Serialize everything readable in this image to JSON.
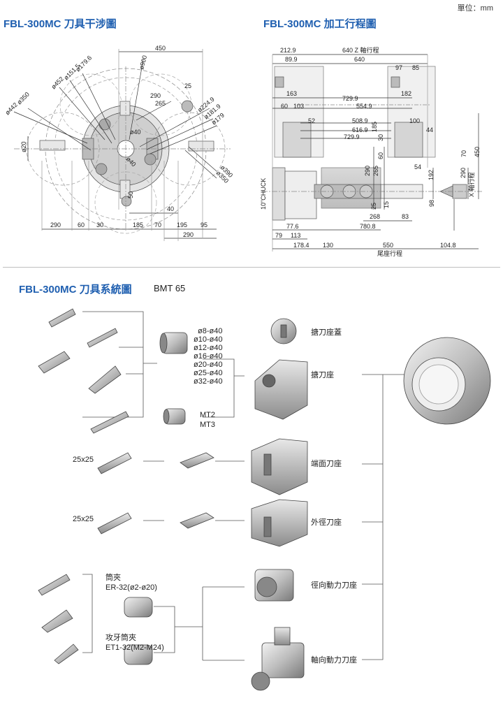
{
  "unit_label": "單位：mm",
  "section1": {
    "title": "FBL-300MC 刀具干涉圖",
    "labels": {
      "d450": "450",
      "d900": "ø900",
      "d1796": "ø179.6",
      "d1515": "ø151.5",
      "d452": "ø452",
      "d350": "ø350",
      "d442": "ø442",
      "d20": "ø20",
      "d290a": "290",
      "d25": "25",
      "d265": "265",
      "d2249": "ø224.9",
      "d1819": "ø181.9",
      "d179": "ø179",
      "d40c": "ø40",
      "d40d": "ø40",
      "d390": "ø390",
      "d350b": "ø350",
      "d50": "50",
      "d40": "40",
      "b290": "290",
      "b60": "60",
      "b30": "30",
      "b185": "185",
      "b70": "70",
      "b195": "195",
      "b95": "95",
      "b290b": "290"
    }
  },
  "section2": {
    "title": "FBL-300MC 加工行程圖",
    "labels": {
      "t2129": "212.9",
      "t640z": "640 Z 軸行程",
      "t899": "89.9",
      "t640": "640",
      "t97": "97",
      "t85": "85",
      "t163": "163",
      "t182": "182",
      "t7299": "729.9",
      "t60": "60",
      "t103": "103",
      "t5549": "554.9",
      "t52": "52",
      "t5089": "508.9",
      "t100": "100",
      "t6169": "616.9",
      "t185": "185",
      "t44": "44",
      "t7299b": "729.9",
      "t30": "30",
      "t60b": "60",
      "t70": "70",
      "t450": "450",
      "t54": "54",
      "t290": "290",
      "t265": "265",
      "t192": "192",
      "t290x": "290",
      "txaxis": "X 軸行程",
      "tchuck": "10\"CHUCK",
      "t25": "25",
      "t15": "15",
      "t98": "98",
      "t268": "268",
      "t83": "83",
      "t776": "77.6",
      "t7808": "780.8",
      "t79": "79",
      "t113": "113",
      "t1784": "178.4",
      "t130": "130",
      "t550": "550",
      "t1048": "104.8",
      "ttail": "尾座行程"
    }
  },
  "section3": {
    "title": "FBL-300MC 刀具系統圖",
    "subtitle": "BMT 65",
    "sleeve_sizes": [
      "ø8-ø40",
      "ø10-ø40",
      "ø12-ø40",
      "ø16-ø40",
      "ø20-ø40",
      "ø25-ø40",
      "ø32-ø40"
    ],
    "mt_sizes": [
      "MT2",
      "MT3"
    ],
    "size_a": "25x25",
    "size_b": "25x25",
    "collet_label": "筒夾",
    "collet_spec": "ER-32(ø2-ø20)",
    "tap_collet_label": "攻牙筒夾",
    "tap_collet_spec": "ET1-32(M2-M24)",
    "holders": {
      "cover": "搪刀座蓋",
      "boring": "搪刀座",
      "face": "端面刀座",
      "od": "外徑刀座",
      "radial": "徑向動力刀座",
      "axial": "軸向動力刀座"
    }
  }
}
